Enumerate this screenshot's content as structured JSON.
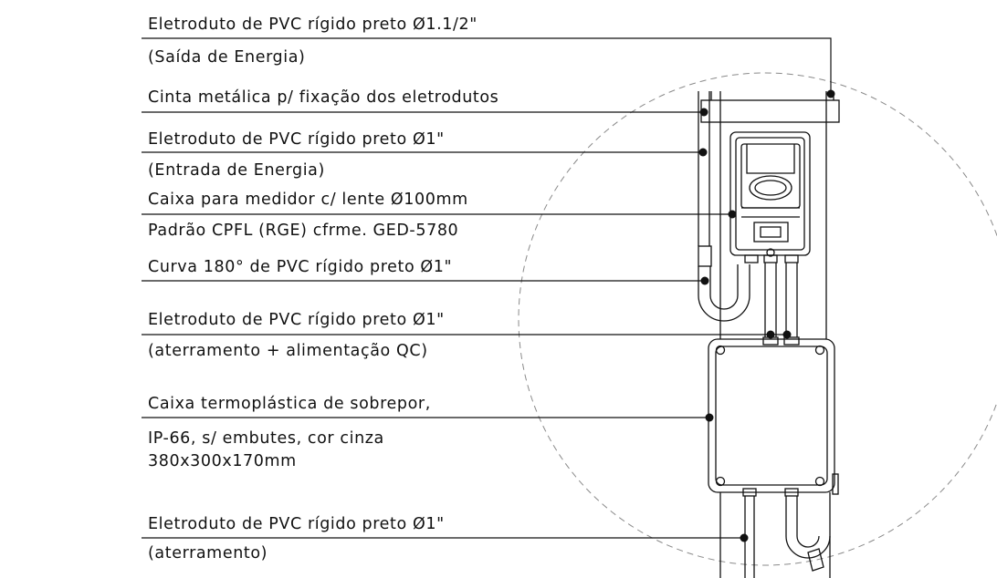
{
  "colors": {
    "ink": "#111111",
    "dashed_circle": "#8a8a8a",
    "background": "#ffffff"
  },
  "labels": [
    {
      "id": "pvc-saida-line1",
      "text": "Eletroduto de PVC rígido preto Ø1.1/2\""
    },
    {
      "id": "pvc-saida-line2",
      "text": "(Saída de Energia)"
    },
    {
      "id": "cinta-line1",
      "text": "Cinta metálica p/ fixação dos eletrodutos"
    },
    {
      "id": "pvc-entrada-line1",
      "text": "Eletroduto de PVC rígido preto Ø1\""
    },
    {
      "id": "pvc-entrada-line2",
      "text": "(Entrada de Energia)"
    },
    {
      "id": "caixa-medidor-line1",
      "text": "Caixa para medidor c/ lente Ø100mm"
    },
    {
      "id": "caixa-medidor-line2",
      "text": "Padrão CPFL (RGE) cfrme. GED-5780"
    },
    {
      "id": "curva-line1",
      "text": "Curva 180° de PVC rígido preto Ø1\""
    },
    {
      "id": "pvc-qc-line1",
      "text": "Eletroduto de PVC rígido preto Ø1\""
    },
    {
      "id": "pvc-qc-line2",
      "text": "(aterramento + alimentação QC)"
    },
    {
      "id": "caixa-termo-line1",
      "text": "Caixa termoplástica de sobrepor,"
    },
    {
      "id": "caixa-termo-line2",
      "text": "IP-66, s/ embutes, cor cinza"
    },
    {
      "id": "caixa-termo-line3",
      "text": "380x300x170mm"
    },
    {
      "id": "pvc-aterramento-line1",
      "text": "Eletroduto de PVC rígido preto Ø1\""
    },
    {
      "id": "pvc-aterramento-line2",
      "text": "(aterramento)"
    }
  ]
}
